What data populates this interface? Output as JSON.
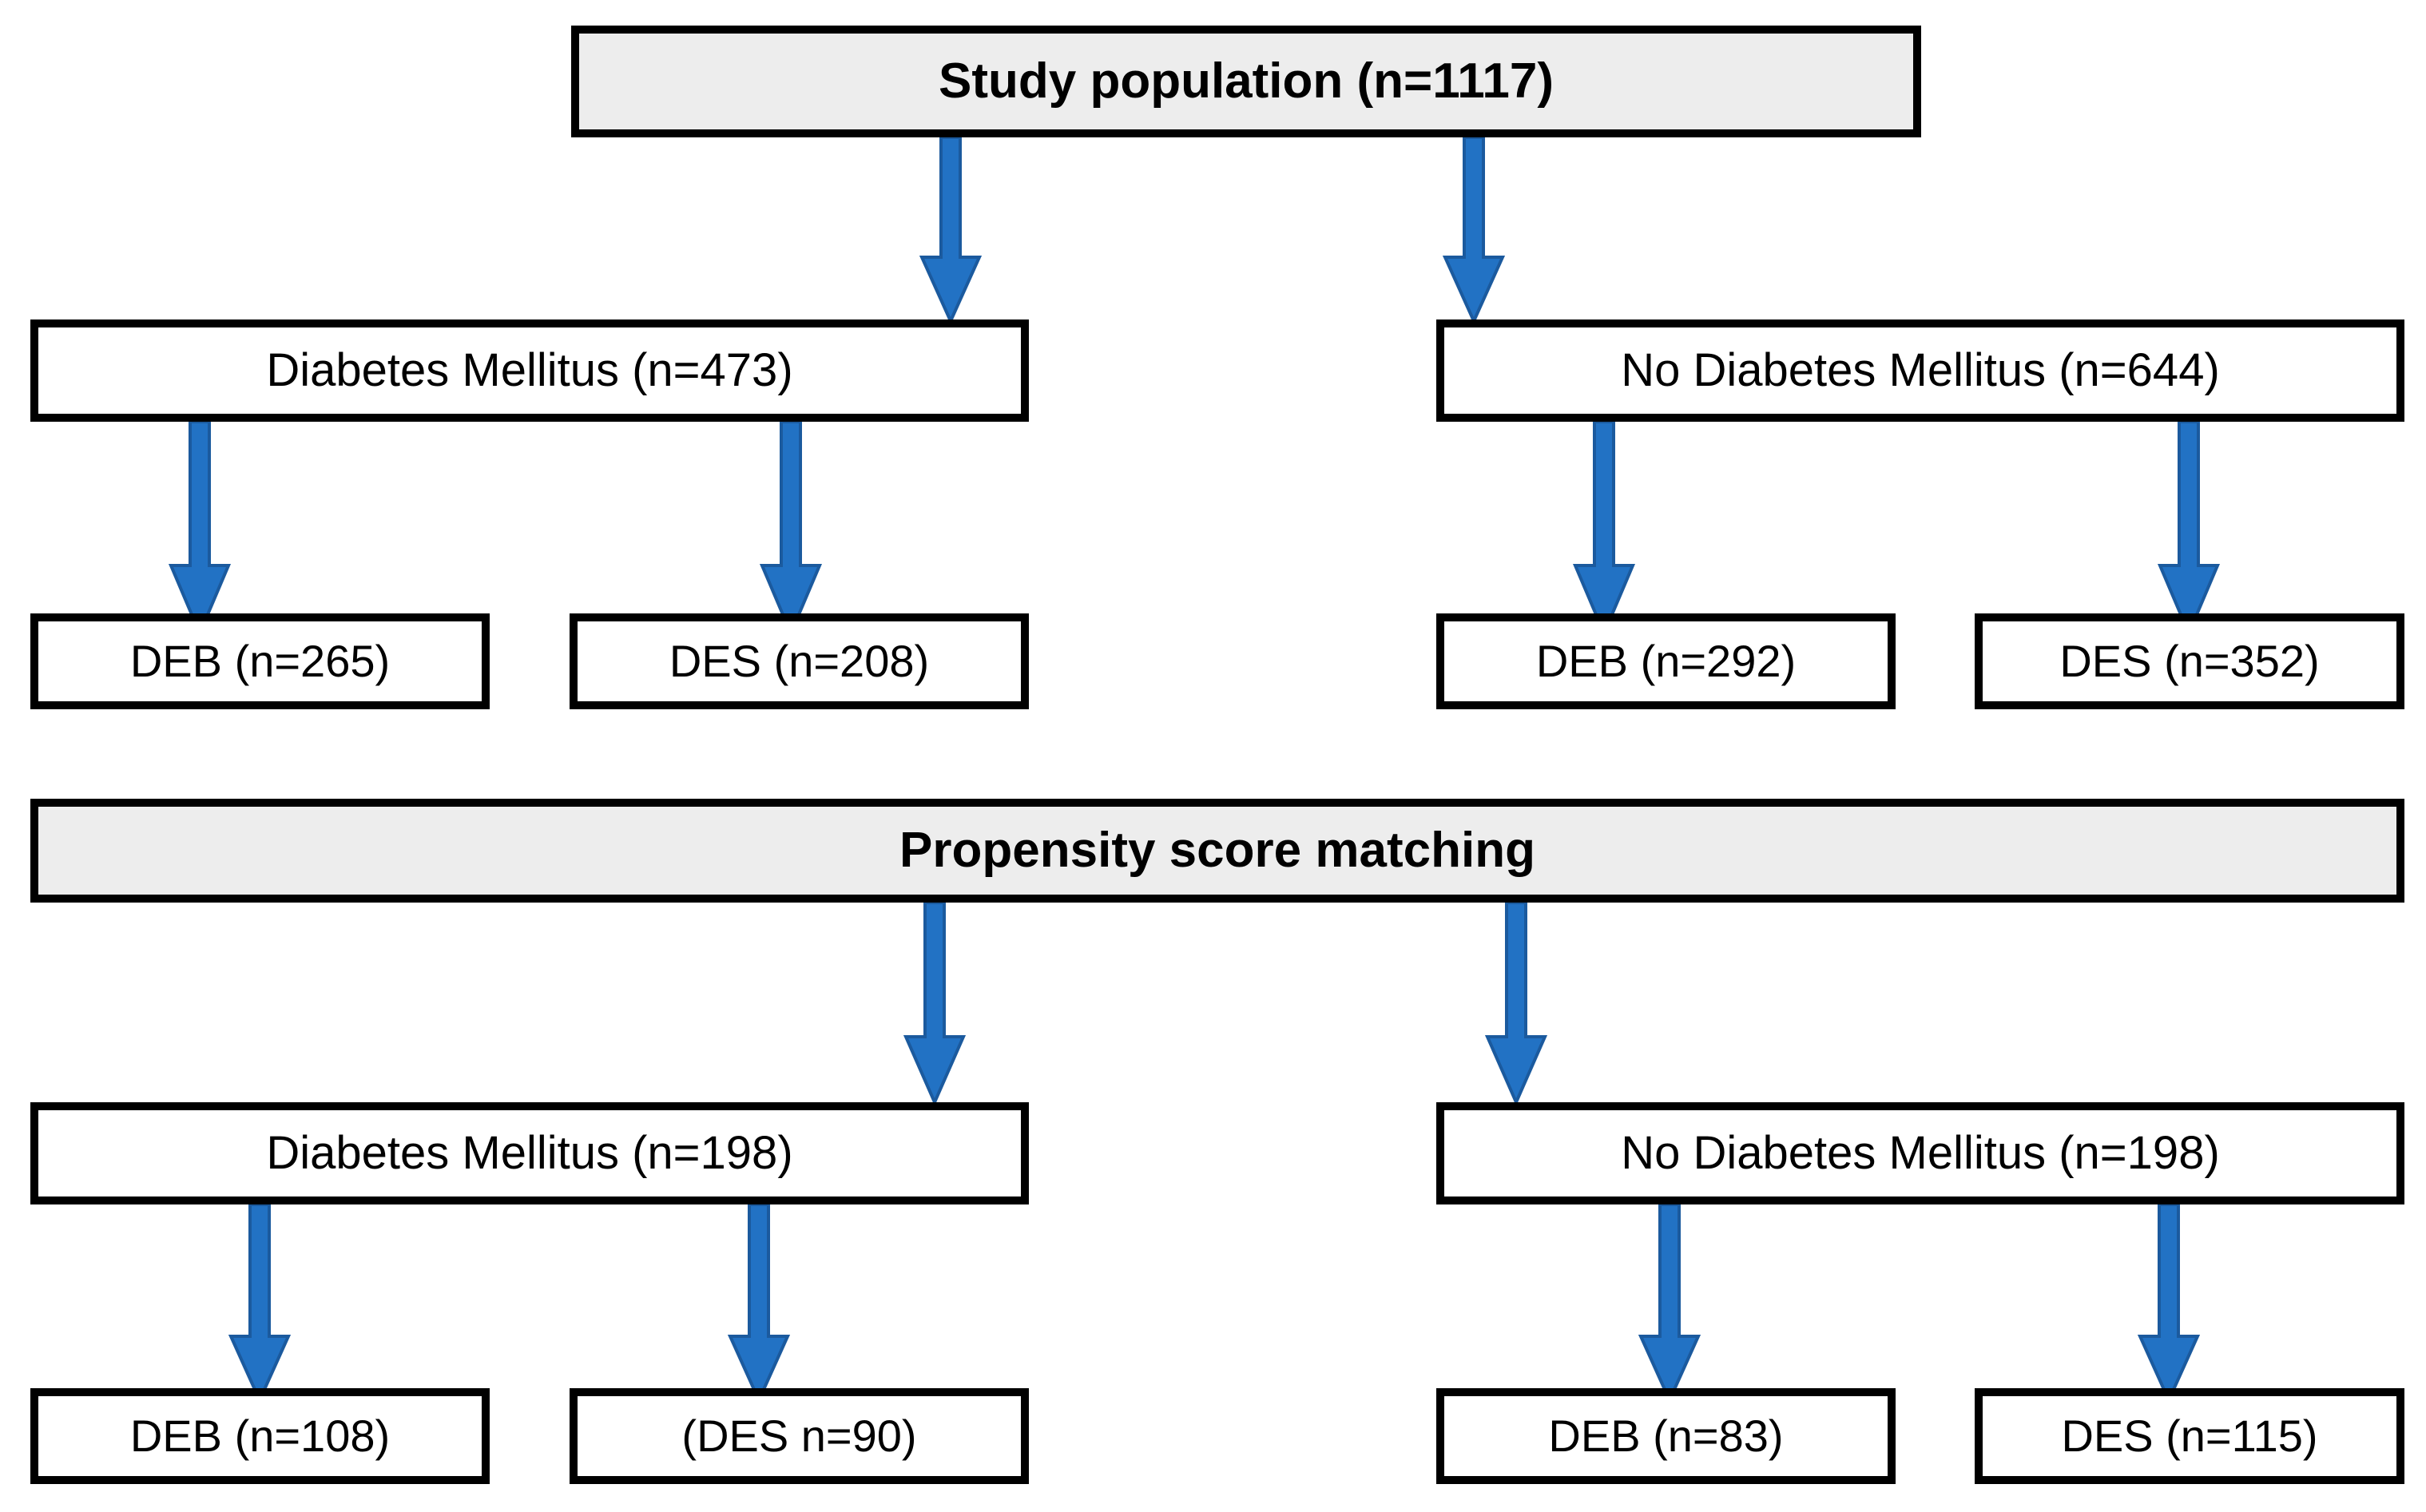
{
  "figure": {
    "type": "flowchart",
    "orientation": "top-down",
    "accent_color": "#2272C4",
    "accent_edge_color": "#1B5A9E",
    "banner_fill": "#EDEDED",
    "node_fill": "#FFFFFF",
    "border_color": "#000000",
    "background": "#FFFFFF"
  },
  "nodes": {
    "study_population": {
      "label": "Study population (n=1117)",
      "n": 1117
    },
    "cohort1": {
      "dm": {
        "label": "Diabetes Mellitus (n=473)",
        "n": 473
      },
      "no_dm": {
        "label": "No Diabetes Mellitus (n=644)",
        "n": 644
      },
      "dm_deb": {
        "label": "DEB (n=265)",
        "n": 265
      },
      "dm_des": {
        "label": "DES (n=208)",
        "n": 208
      },
      "nodm_deb": {
        "label": "DEB (n=292)",
        "n": 292
      },
      "nodm_des": {
        "label": "DES (n=352)",
        "n": 352
      }
    },
    "psm_banner": {
      "label": "Propensity score matching"
    },
    "cohort2": {
      "dm": {
        "label": "Diabetes Mellitus (n=198)",
        "n": 198
      },
      "no_dm": {
        "label": "No Diabetes Mellitus (n=198)",
        "n": 198
      },
      "dm_deb": {
        "label": "DEB (n=108)",
        "n": 108
      },
      "dm_des": {
        "label": "(DES n=90)",
        "n": 90
      },
      "nodm_deb": {
        "label": "DEB (n=83)",
        "n": 83
      },
      "nodm_des": {
        "label": "DES (n=115)",
        "n": 115
      }
    }
  },
  "chart_data": {
    "type": "flowchart",
    "title": "Study population flow diagram",
    "levels": [
      {
        "level": 0,
        "nodes": [
          {
            "id": "study_population",
            "label": "Study population (n=1117)",
            "value": 1117
          }
        ]
      },
      {
        "level": 1,
        "nodes": [
          {
            "id": "dm_1",
            "label": "Diabetes Mellitus (n=473)",
            "value": 473
          },
          {
            "id": "nodm_1",
            "label": "No Diabetes Mellitus (n=644)",
            "value": 644
          }
        ]
      },
      {
        "level": 2,
        "nodes": [
          {
            "id": "dm_deb_1",
            "label": "DEB (n=265)",
            "value": 265
          },
          {
            "id": "dm_des_1",
            "label": "DES (n=208)",
            "value": 208
          },
          {
            "id": "nodm_deb_1",
            "label": "DEB (n=292)",
            "value": 292
          },
          {
            "id": "nodm_des_1",
            "label": "DES (n=352)",
            "value": 352
          }
        ]
      },
      {
        "level": 3,
        "nodes": [
          {
            "id": "psm",
            "label": "Propensity score matching",
            "value": null
          }
        ]
      },
      {
        "level": 4,
        "nodes": [
          {
            "id": "dm_2",
            "label": "Diabetes Mellitus (n=198)",
            "value": 198
          },
          {
            "id": "nodm_2",
            "label": "No Diabetes Mellitus (n=198)",
            "value": 198
          }
        ]
      },
      {
        "level": 5,
        "nodes": [
          {
            "id": "dm_deb_2",
            "label": "DEB (n=108)",
            "value": 108
          },
          {
            "id": "dm_des_2",
            "label": "(DES n=90)",
            "value": 90
          },
          {
            "id": "nodm_deb_2",
            "label": "DEB (n=83)",
            "value": 83
          },
          {
            "id": "nodm_des_2",
            "label": "DES (n=115)",
            "value": 115
          }
        ]
      }
    ],
    "edges": [
      {
        "from": "study_population",
        "to": "dm_1"
      },
      {
        "from": "study_population",
        "to": "nodm_1"
      },
      {
        "from": "dm_1",
        "to": "dm_deb_1"
      },
      {
        "from": "dm_1",
        "to": "dm_des_1"
      },
      {
        "from": "nodm_1",
        "to": "nodm_deb_1"
      },
      {
        "from": "nodm_1",
        "to": "nodm_des_1"
      },
      {
        "from": "psm",
        "to": "dm_2"
      },
      {
        "from": "psm",
        "to": "nodm_2"
      },
      {
        "from": "dm_2",
        "to": "dm_deb_2"
      },
      {
        "from": "dm_2",
        "to": "dm_des_2"
      },
      {
        "from": "nodm_2",
        "to": "nodm_deb_2"
      },
      {
        "from": "nodm_2",
        "to": "nodm_des_2"
      }
    ]
  }
}
